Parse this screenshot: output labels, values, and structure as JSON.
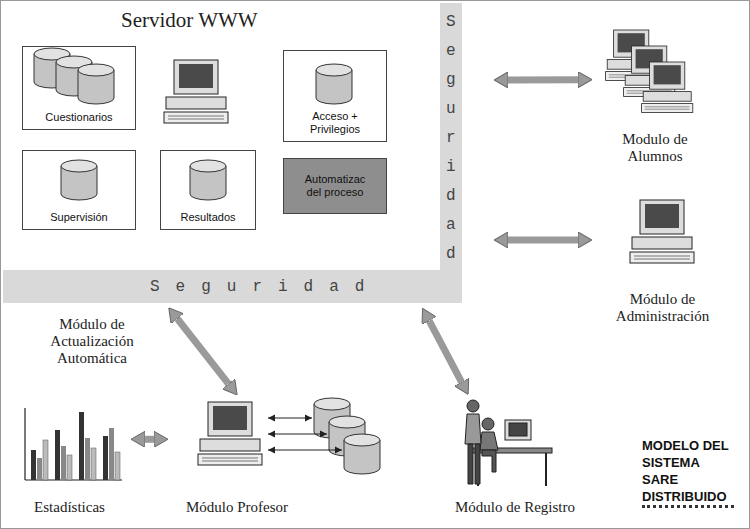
{
  "diagram": {
    "title": "MODELO DEL SISTEMA SARE DISTRIBUIDO",
    "nodes": [
      {
        "text": [
          "Servidor WWW"
        ]
      },
      {
        "text": [
          "Cuestionarios"
        ],
        "in": 0
      },
      {
        "text": [
          "Supervisión"
        ],
        "in": 0
      },
      {
        "text": [
          "Resultados"
        ],
        "in": 0
      },
      {
        "text": [
          "Acceso + Privilegios"
        ],
        "in": 0
      },
      {
        "text": [
          "Automatizac del proceso"
        ],
        "in": 0
      },
      {
        "text": [
          "Modulo de Alumnos"
        ]
      },
      {
        "text": [
          "Módulo de Administración"
        ]
      },
      {
        "text": [
          "Módulo Profesor"
        ]
      },
      {
        "text": [
          "Módulo de Registro"
        ]
      },
      {
        "text": [
          "Estadísticas"
        ]
      }
    ],
    "edges": [
      {
        "from": 0,
        "to": 6,
        "arrow": "both"
      },
      {
        "from": 0,
        "to": 7,
        "arrow": "both"
      },
      {
        "from": 0,
        "to": 8,
        "arrow": "both",
        "label": "Módulo de Actualización Automática"
      },
      {
        "from": 0,
        "to": 9,
        "arrow": "both"
      },
      {
        "from": 10,
        "to": 8,
        "arrow": "both"
      }
    ],
    "labels": [
      "Seguridad",
      "Seguridad"
    ]
  }
}
